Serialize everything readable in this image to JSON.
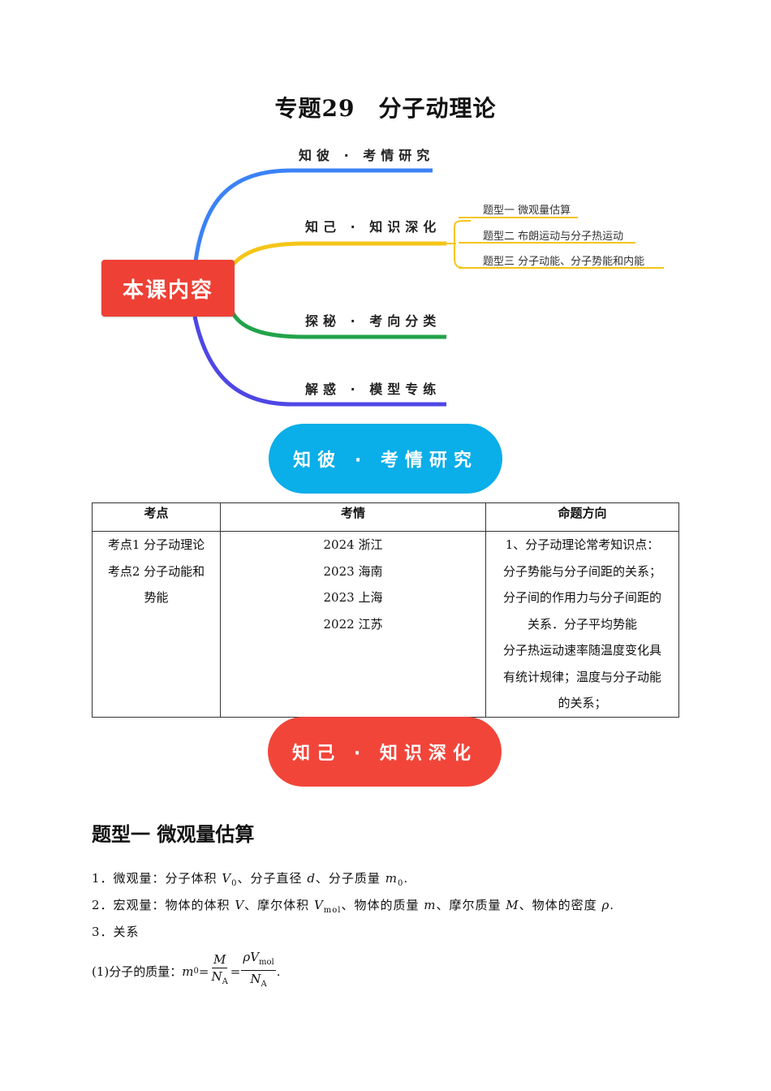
{
  "title": "专题29　分子动理论",
  "mindmap": {
    "center": "本课内容",
    "branches": [
      {
        "label": "知彼 · 考情研究",
        "color": "#3b82f6"
      },
      {
        "label": "知己 · 知识深化",
        "color": "#f5c518"
      },
      {
        "label": "探秘 · 考向分类",
        "color": "#22a34a"
      },
      {
        "label": "解惑 · 模型专练",
        "color": "#4f46e5"
      }
    ],
    "subitems": [
      "题型一 微观量估算",
      "题型二 布朗运动与分子热运动",
      "题型三 分子动能、分子势能和内能"
    ]
  },
  "banner_blue": "知彼 · 考情研究",
  "banner_red": "知己 · 知识深化",
  "table": {
    "headers": [
      "考点",
      "考情",
      "命题方向"
    ],
    "col1": [
      "考点1 分子动理论",
      "考点2 分子动能和",
      "势能"
    ],
    "col2": [
      "2024 浙江",
      "2023 海南",
      "2023 上海",
      "2022 江苏"
    ],
    "col3": [
      "1、分子动理论常考知识点：",
      "分子势能与分子间距的关系；",
      "分子间的作用力与分子间距的",
      "关系．分子平均势能",
      "分子热运动速率随温度变化具",
      "有统计规律；温度与分子动能",
      "的关系；"
    ]
  },
  "section_heading": "题型一  微观量估算",
  "p1": {
    "a": "1．微观量：分子体积 ",
    "b": "、分子直径 ",
    "c": "、分子质量 ",
    "end": "."
  },
  "p2": {
    "a": "2．宏观量：物体的体积 ",
    "b": "、摩尔体积 ",
    "c": "、物体的质量 ",
    "d": "、摩尔质量 ",
    "e": "、物体的密度 ",
    "end": "."
  },
  "p3": "3．关系",
  "formula": {
    "prefix": "(1)分子的质量：",
    "end": "."
  }
}
